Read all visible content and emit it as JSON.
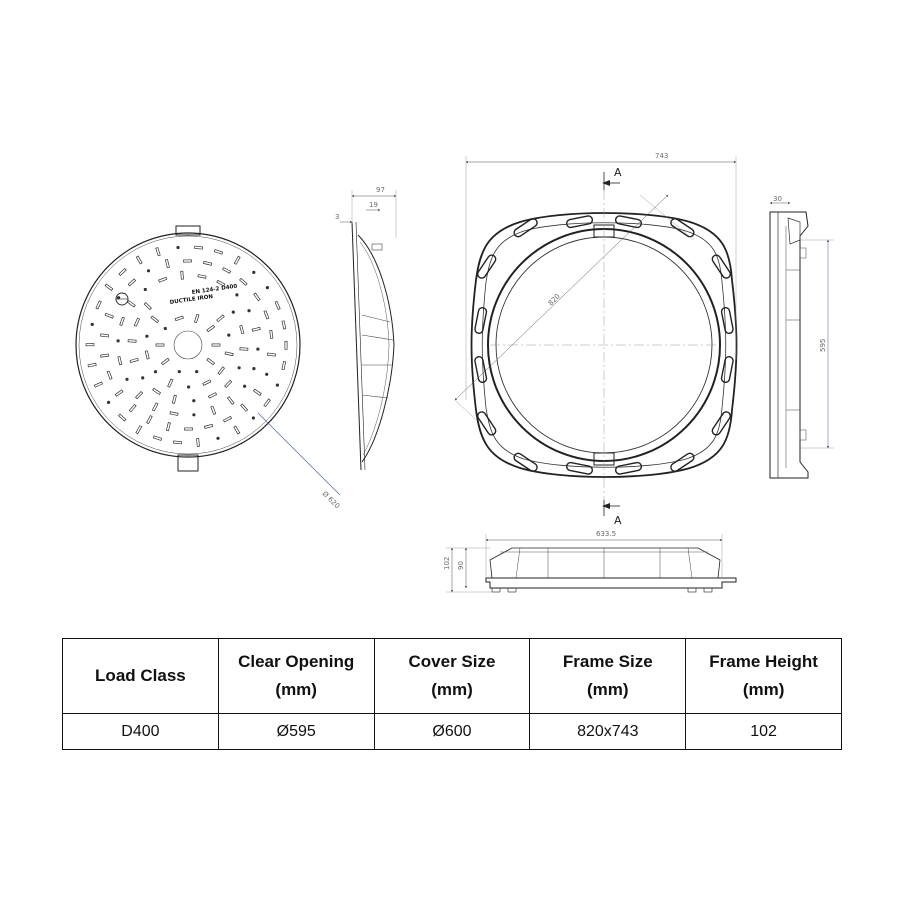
{
  "dimensions": {
    "cover_diameter": "Ø 620",
    "side_total": "97",
    "side_inner": "19",
    "side_lip": "3",
    "frame_width": "743",
    "frame_diagonal": "820",
    "frame_flange": "30",
    "clear_opening": "595",
    "section_width": "633.5",
    "section_height_total": "102",
    "section_height_inner": "90"
  },
  "section_marker": "A",
  "cover_markings": {
    "line1": "DUCTILE IRON",
    "line2": "EN 124-2 D400"
  },
  "table": {
    "headers": [
      {
        "line1": "Load Class",
        "line2": ""
      },
      {
        "line1": "Clear Opening",
        "line2": "(mm)"
      },
      {
        "line1": "Cover Size",
        "line2": "(mm)"
      },
      {
        "line1": "Frame Size",
        "line2": "(mm)"
      },
      {
        "line1": "Frame Height",
        "line2": "(mm)"
      }
    ],
    "row": [
      "D400",
      "Ø595",
      "Ø600",
      "820x743",
      "102"
    ]
  },
  "colors": {
    "line": "#222222",
    "dimension": "#6a6a6a",
    "leader": "#3a5fa0"
  }
}
